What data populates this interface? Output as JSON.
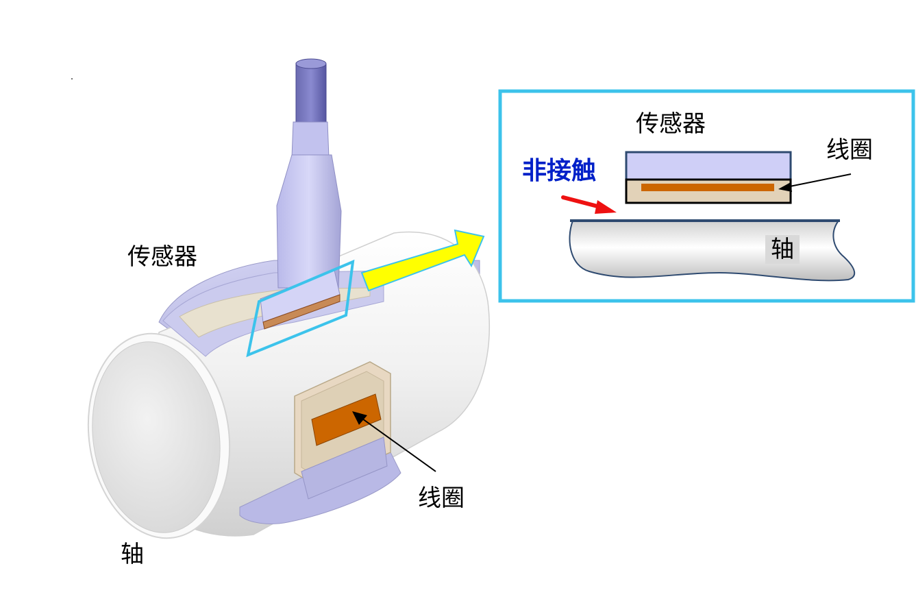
{
  "main_view": {
    "sensor_label": "传感器",
    "coil_label": "线圈",
    "shaft_label": "轴"
  },
  "detail_view": {
    "sensor_label": "传感器",
    "coil_label": "线圈",
    "noncontact_label": "非接触",
    "shaft_label": "轴"
  },
  "colors": {
    "highlight": "#3cc3eb",
    "noncontact_text": "#0020c8",
    "arrow_yellow": "#ffff00",
    "arrow_red": "#ee1111",
    "sensor_body": "#cfcff7",
    "coil": "#cc6600",
    "coil_housing": "#e2d2b8",
    "shaft": "#e6e6e6"
  }
}
